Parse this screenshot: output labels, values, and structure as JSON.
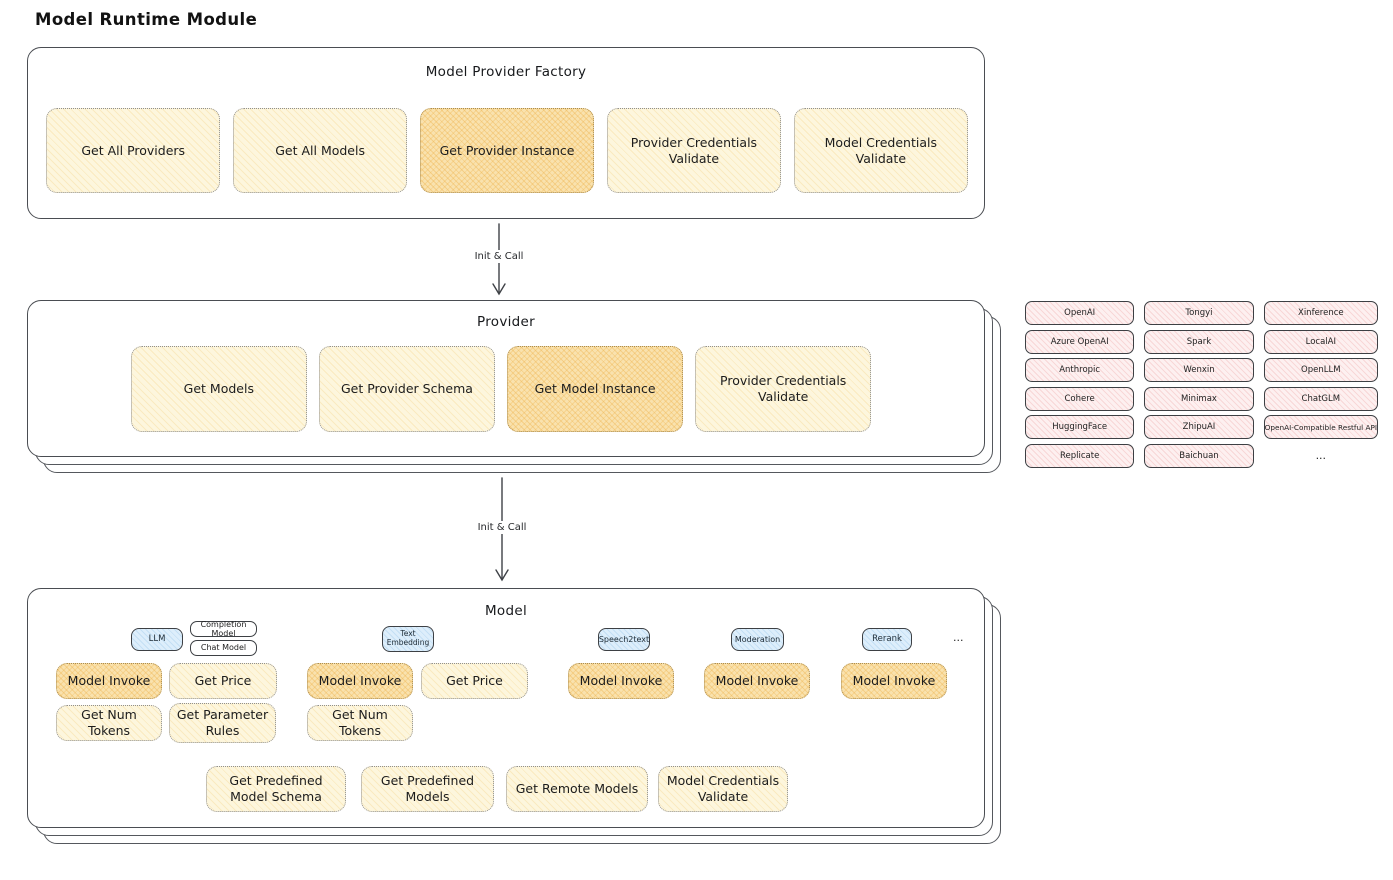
{
  "page": {
    "title": "Model Runtime Module"
  },
  "colors": {
    "stroke": "#4a4d52",
    "button_fill": "#fdf6dd",
    "button_highlight_fill": "#f9e2ae",
    "provider_chip_fill": "#fdf0f0",
    "model_type_tag_fill": "#ddeefb"
  },
  "factory": {
    "title": "Model Provider Factory",
    "buttons": [
      {
        "label": "Get All Providers",
        "highlighted": false
      },
      {
        "label": "Get All Models",
        "highlighted": false
      },
      {
        "label": "Get Provider Instance",
        "highlighted": true
      },
      {
        "label": "Provider Credentials Validate",
        "highlighted": false
      },
      {
        "label": "Model Credentials Validate",
        "highlighted": false
      }
    ]
  },
  "arrows": [
    {
      "label": "Init & Call"
    },
    {
      "label": "Init & Call"
    }
  ],
  "provider": {
    "title": "Provider",
    "buttons": [
      {
        "label": "Get Models",
        "highlighted": false
      },
      {
        "label": "Get Provider Schema",
        "highlighted": false
      },
      {
        "label": "Get Model Instance",
        "highlighted": true
      },
      {
        "label": "Provider Credentials Validate",
        "highlighted": false
      }
    ]
  },
  "providers_grid": {
    "items": [
      "OpenAI",
      "Tongyi",
      "Xinference",
      "Azure OpenAI",
      "Spark",
      "LocalAI",
      "Anthropic",
      "Wenxin",
      "OpenLLM",
      "Cohere",
      "Minimax",
      "ChatGLM",
      "HuggingFace",
      "ZhipuAI",
      "OpenAI-Compatible Restful API",
      "Replicate",
      "Baichuan"
    ],
    "more_label": "..."
  },
  "model": {
    "title": "Model",
    "tags": [
      {
        "label": "LLM"
      },
      {
        "label": "Completion Model"
      },
      {
        "label": "Chat Model"
      },
      {
        "label": "Text Embedding"
      },
      {
        "label": "Speech2text"
      },
      {
        "label": "Moderation"
      },
      {
        "label": "Rerank"
      }
    ],
    "more_label": "...",
    "buttons": [
      {
        "label": "Model Invoke",
        "highlighted": true
      },
      {
        "label": "Get Price",
        "highlighted": false
      },
      {
        "label": "Model Invoke",
        "highlighted": true
      },
      {
        "label": "Get Price",
        "highlighted": false
      },
      {
        "label": "Model Invoke",
        "highlighted": true
      },
      {
        "label": "Model Invoke",
        "highlighted": true
      },
      {
        "label": "Model Invoke",
        "highlighted": true
      },
      {
        "label": "Get Num Tokens",
        "highlighted": false
      },
      {
        "label": "Get Parameter Rules",
        "highlighted": false
      },
      {
        "label": "Get Num Tokens",
        "highlighted": false
      },
      {
        "label": "Get Predefined Model Schema",
        "highlighted": false
      },
      {
        "label": "Get Predefined Models",
        "highlighted": false
      },
      {
        "label": "Get Remote Models",
        "highlighted": false
      },
      {
        "label": "Model Credentials Validate",
        "highlighted": false
      }
    ]
  }
}
